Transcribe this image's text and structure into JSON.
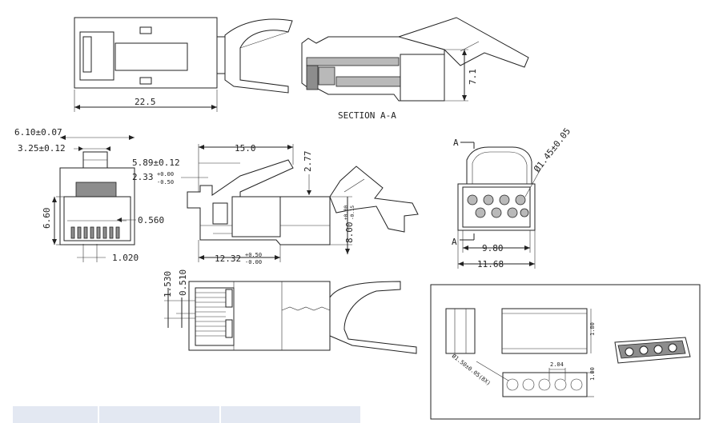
{
  "dims": {
    "top_length": "22.5",
    "section_label": "SECTION  A-A",
    "section_height": "7.1",
    "front_width": "6.10±0.07",
    "front_tab_width": "3.25±0.12",
    "front_height": "6.60",
    "front_pin_pitch": "0.560",
    "front_pin_spacing": "1.020",
    "side_length": "15.0",
    "side_height_small": "2.77",
    "side_top_offset": "5.89±0.12",
    "side_offset_2": "2.33",
    "side_offset_2_tol_plus": "+0.00",
    "side_offset_2_tol_minus": "-0.50",
    "side_height": "8.00",
    "side_height_tol_plus": "+0.00",
    "side_height_tol_minus": "-0.15",
    "side_bottom_length": "12.32",
    "side_bottom_tol_plus": "+0.50",
    "side_bottom_tol_minus": "-0.00",
    "boot_section_marker_top": "A",
    "boot_section_marker_bottom": "A",
    "boot_hole_dia": "Ø1.45±0.05",
    "boot_inner_width": "9.80",
    "boot_outer_width": "11.68",
    "bottom_dim_1": "1.530",
    "bottom_dim_2": "0.510",
    "insert_dim_height": "1.80",
    "insert_hole_dia": "Ø1.50±0.05(8X)",
    "insert_pitch": "2.04",
    "insert_height": "1.00"
  },
  "footer": {
    "cells": [
      "",
      "",
      "",
      ""
    ]
  }
}
